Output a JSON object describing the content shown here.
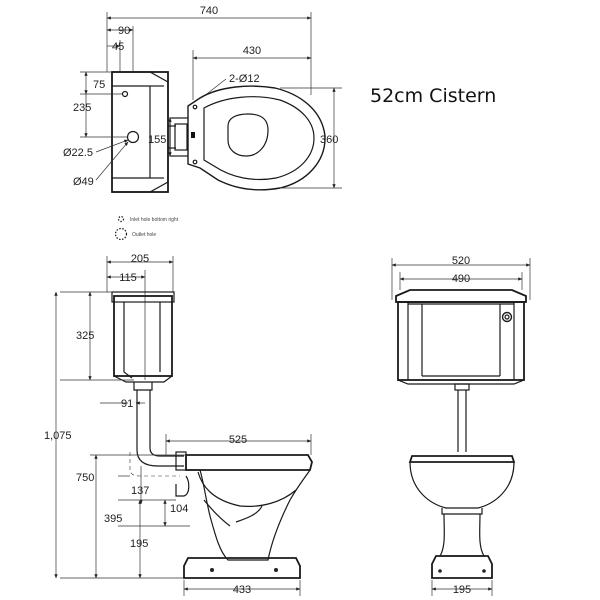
{
  "title": "52cm Cistern",
  "plan": {
    "overall_width": "740",
    "w90": "90",
    "w45": "45",
    "w430": "430",
    "hole_label": "2-Ø12",
    "d75": "75",
    "d235": "235",
    "d155": "155",
    "d360": "360",
    "dia22": "Ø22.5",
    "dia49": "Ø49"
  },
  "legend": {
    "inlet": "Inlet hole bottom right",
    "outlet": "Outlet hole"
  },
  "side": {
    "w205": "205",
    "w115": "115",
    "h325": "325",
    "h1075": "1,075",
    "d91": "91",
    "w525": "525",
    "h750": "750",
    "d137": "137",
    "d104": "104",
    "h395": "395",
    "h195": "195",
    "w433": "433"
  },
  "front": {
    "w520": "520",
    "w490": "490",
    "w195": "195"
  }
}
